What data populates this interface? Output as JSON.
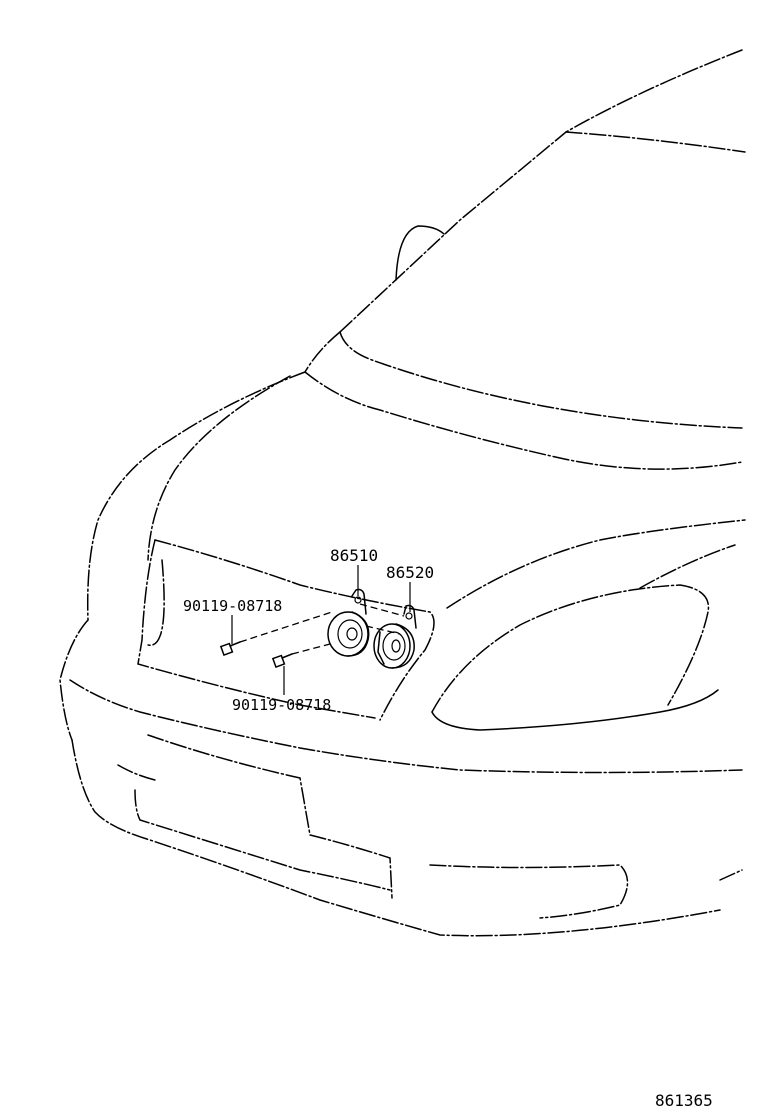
{
  "labels": {
    "horn_high": "86510",
    "horn_low": "86520",
    "bolt_upper": "90119-08718",
    "bolt_lower": "90119-08718",
    "illustration_number": "861365"
  }
}
